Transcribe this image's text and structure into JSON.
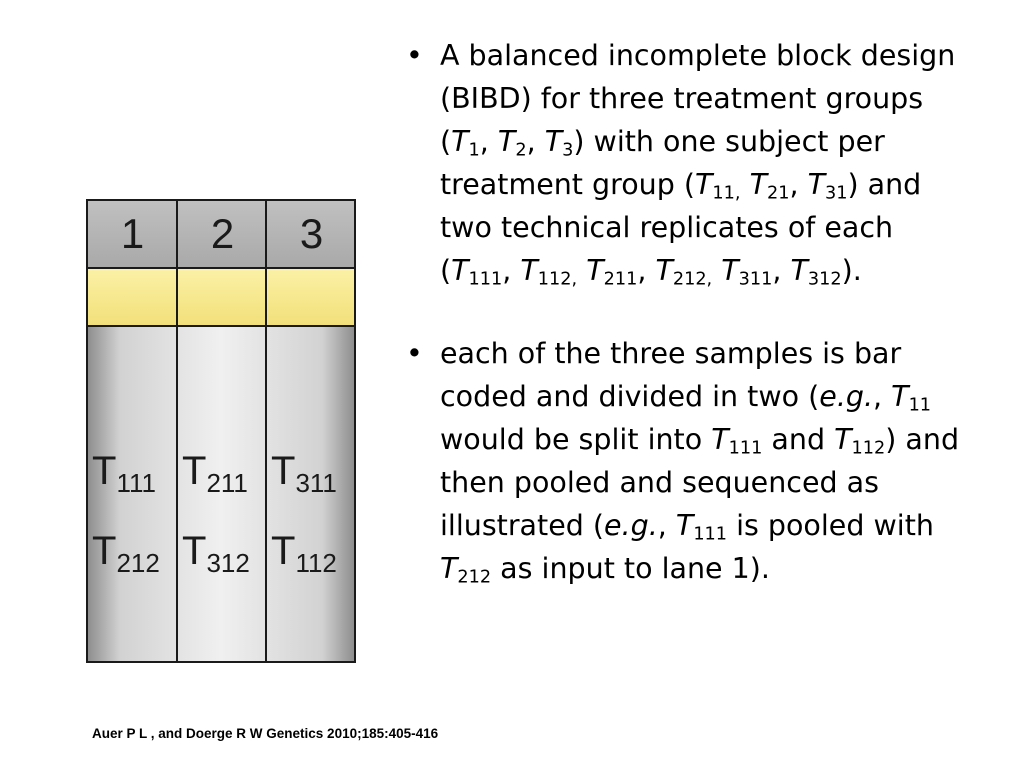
{
  "diagram": {
    "lanes": [
      "1",
      "2",
      "3"
    ],
    "rows": [
      [
        {
          "base": "T",
          "sub": "111"
        },
        {
          "base": "T",
          "sub": "211"
        },
        {
          "base": "T",
          "sub": "311"
        }
      ],
      [
        {
          "base": "T",
          "sub": "212"
        },
        {
          "base": "T",
          "sub": "312"
        },
        {
          "base": "T",
          "sub": "112"
        }
      ]
    ],
    "colors": {
      "band": "#f2e07a",
      "header": "#b5b5b5",
      "lane": "#d9d9d9",
      "border": "#1a1a1a"
    }
  },
  "bullets": [
    {
      "parts": [
        {
          "t": "A balanced incomplete block design (BIBD) for three treatment groups ("
        },
        {
          "t": "T",
          "i": true
        },
        {
          "t": "1",
          "sub": true
        },
        {
          "t": ", "
        },
        {
          "t": "T",
          "i": true
        },
        {
          "t": "2",
          "sub": true
        },
        {
          "t": ", "
        },
        {
          "t": "T",
          "i": true
        },
        {
          "t": "3",
          "sub": true
        },
        {
          "t": ") with one subject per treatment group ("
        },
        {
          "t": "T",
          "i": true
        },
        {
          "t": "11,",
          "sub": true
        },
        {
          "t": " "
        },
        {
          "t": "T",
          "i": true
        },
        {
          "t": "21",
          "sub": true
        },
        {
          "t": ", "
        },
        {
          "t": "T",
          "i": true
        },
        {
          "t": "31",
          "sub": true
        },
        {
          "t": ") and two technical replicates of each ("
        },
        {
          "t": "T",
          "i": true
        },
        {
          "t": "111",
          "sub": true
        },
        {
          "t": ", "
        },
        {
          "t": "T",
          "i": true
        },
        {
          "t": "112,",
          "sub": true
        },
        {
          "t": " "
        },
        {
          "t": "T",
          "i": true
        },
        {
          "t": "211",
          "sub": true
        },
        {
          "t": ", "
        },
        {
          "t": "T",
          "i": true
        },
        {
          "t": "212,",
          "sub": true
        },
        {
          "t": " "
        },
        {
          "t": "T",
          "i": true
        },
        {
          "t": "311",
          "sub": true
        },
        {
          "t": ", "
        },
        {
          "t": "T",
          "i": true
        },
        {
          "t": "312",
          "sub": true
        },
        {
          "t": ")."
        }
      ]
    },
    {
      "parts": [
        {
          "t": "each of the three samples is bar coded and divided in two ("
        },
        {
          "t": "e.g.",
          "i": true
        },
        {
          "t": ", "
        },
        {
          "t": "T",
          "i": true
        },
        {
          "t": "11",
          "sub": true
        },
        {
          "t": " would be split into "
        },
        {
          "t": "T",
          "i": true
        },
        {
          "t": "111",
          "sub": true
        },
        {
          "t": " and "
        },
        {
          "t": "T",
          "i": true
        },
        {
          "t": "112",
          "sub": true
        },
        {
          "t": ") and then pooled and sequenced as illustrated ("
        },
        {
          "t": "e.g.",
          "i": true
        },
        {
          "t": ", "
        },
        {
          "t": "T",
          "i": true
        },
        {
          "t": "111",
          "sub": true
        },
        {
          "t": " is pooled with "
        },
        {
          "t": "T",
          "i": true
        },
        {
          "t": "212",
          "sub": true
        },
        {
          "t": " as input to lane 1)."
        }
      ]
    }
  ],
  "bullet_symbol": "•",
  "citation": "Auer P L , and Doerge R W Genetics 2010;185:405-416"
}
